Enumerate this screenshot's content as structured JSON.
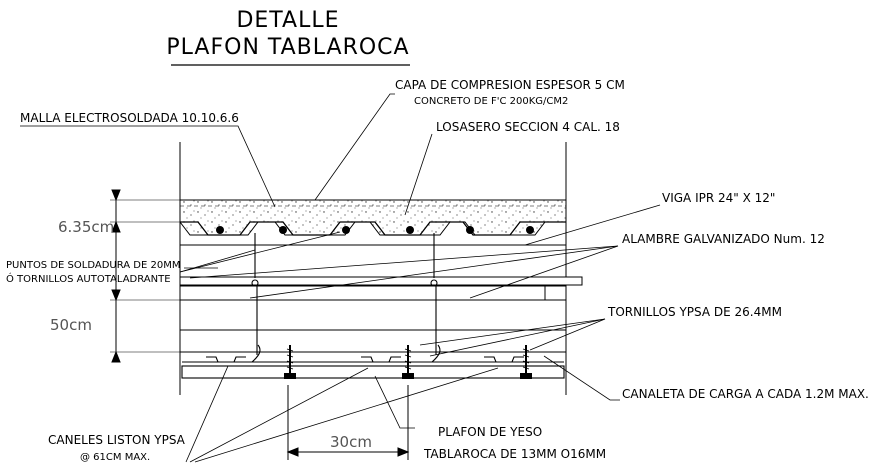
{
  "title": {
    "line1": "DETALLE",
    "line2": "PLAFON TABLAROCA"
  },
  "labels": {
    "capa_line1": "CAPA DE COMPRESION ESPESOR 5 CM",
    "capa_line2": "CONCRETO DE F'C 200KG/CM2",
    "malla": "MALLA ELECTROSOLDADA 10.10.6.6",
    "losasero": "LOSASERO SECCION 4 CAL. 18",
    "viga": "VIGA IPR 24\" X 12\"",
    "alambre": "ALAMBRE GALVANIZADO Num. 12",
    "puntos_line1": "PUNTOS DE SOLDADURA DE 20MM",
    "puntos_line2": "Ó TORNILLOS AUTOTALADRANTE",
    "tornillos": "TORNILLOS YPSA DE 26.4MM",
    "canaleta": "CANALETA DE CARGA A CADA 1.2M MAX.",
    "caneles_line1": "CANELES LISTON YPSA",
    "caneles_line2": "@ 61CM MAX.",
    "plafon": "PLAFON DE YESO",
    "tablaroca": "TABLAROCA DE 13MM O16MM"
  },
  "dimensions": {
    "slab": "6.35cm",
    "hanger": "50cm",
    "spacing": "30cm"
  }
}
